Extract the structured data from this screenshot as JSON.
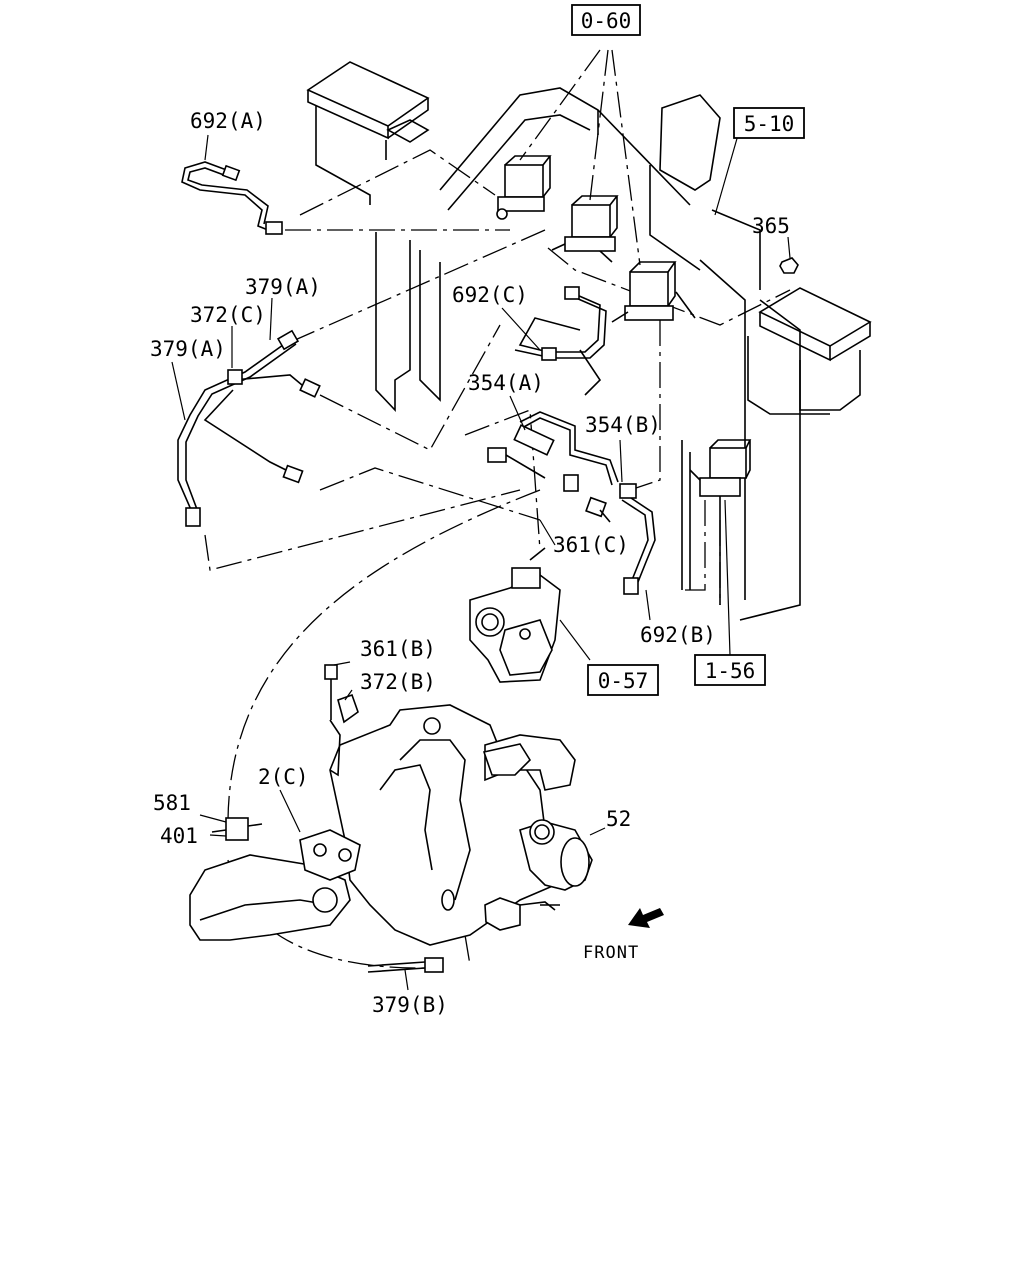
{
  "diagram": {
    "callouts": [
      {
        "id": "c-692a",
        "text": "692(A)"
      },
      {
        "id": "c-379a-top",
        "text": "379(A)"
      },
      {
        "id": "c-372c",
        "text": "372(C)"
      },
      {
        "id": "c-379a-left",
        "text": "379(A)"
      },
      {
        "id": "c-692c",
        "text": "692(C)"
      },
      {
        "id": "c-354a",
        "text": "354(A)"
      },
      {
        "id": "c-354b",
        "text": "354(B)"
      },
      {
        "id": "c-365",
        "text": "365"
      },
      {
        "id": "c-361c",
        "text": "361(C)"
      },
      {
        "id": "c-692b",
        "text": "692(B)"
      },
      {
        "id": "c-361b",
        "text": "361(B)"
      },
      {
        "id": "c-372b",
        "text": "372(B)"
      },
      {
        "id": "c-2c",
        "text": "2(C)"
      },
      {
        "id": "c-581",
        "text": "581"
      },
      {
        "id": "c-401",
        "text": "401"
      },
      {
        "id": "c-52",
        "text": "52"
      },
      {
        "id": "c-379b",
        "text": "379(B)"
      }
    ],
    "references": [
      {
        "id": "r-0-60",
        "text": "0-60"
      },
      {
        "id": "r-5-10",
        "text": "5-10"
      },
      {
        "id": "r-0-57",
        "text": "0-57"
      },
      {
        "id": "r-1-56",
        "text": "1-56"
      }
    ],
    "front_label": "FRONT"
  }
}
